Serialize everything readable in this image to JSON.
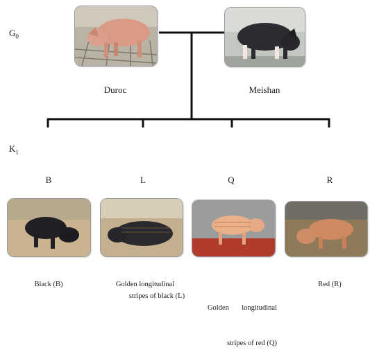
{
  "generations": {
    "g0": "G",
    "g0_sub": "0",
    "k1": "K",
    "k1_sub": "1"
  },
  "parents": [
    {
      "name": "Duroc",
      "icon": "red-pig-photo"
    },
    {
      "name": "Meishan",
      "icon": "black-pig-photo"
    }
  ],
  "offspring": [
    {
      "letter": "B",
      "caption_line1": "Black (B)",
      "caption_line2": "",
      "icon": "black-piglet-photo"
    },
    {
      "letter": "L",
      "caption_line1": "Golden longitudinal",
      "caption_line2": "stripes of black (L)",
      "icon": "black-striped-piglet-photo"
    },
    {
      "letter": "Q",
      "caption_line1": "Golden       longitudinal",
      "caption_line2": "stripes of red (Q)",
      "icon": "red-striped-piglet-photo"
    },
    {
      "letter": "R",
      "caption_line1": "Red (R)",
      "caption_line2": "",
      "icon": "red-piglet-photo"
    }
  ],
  "colors": {
    "duroc": "#d89a86",
    "meishan": "#2b2b31",
    "red_piglet": "#cf8a62",
    "golden_piglet": "#e9b08a"
  }
}
